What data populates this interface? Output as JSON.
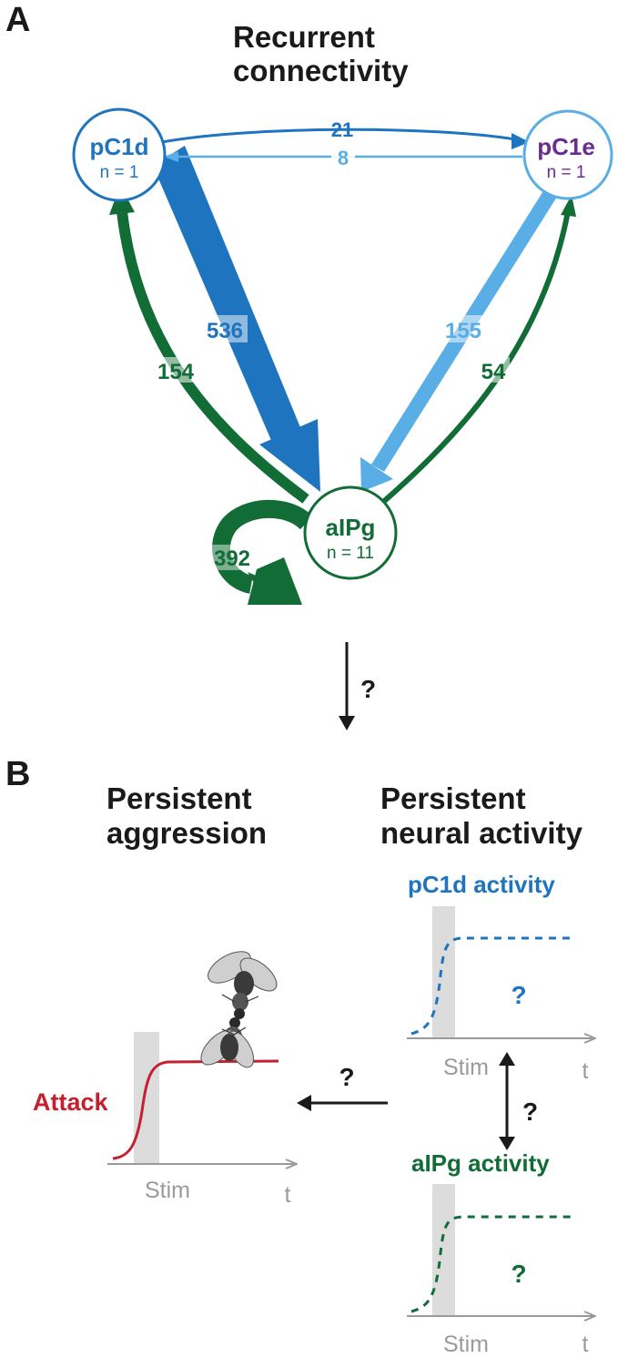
{
  "panel_a": {
    "letter": "A",
    "title_line1": "Recurrent",
    "title_line2": "connectivity",
    "nodes": {
      "pc1d": {
        "name": "pC1d",
        "count": "n = 1"
      },
      "pc1e": {
        "name": "pC1e",
        "count": "n = 1"
      },
      "aipg": {
        "name": "aIPg",
        "count": "n = 11"
      }
    },
    "edges": {
      "pc1d_to_pc1e": "21",
      "pc1e_to_pc1d": "8",
      "pc1d_to_aipg": "536",
      "aipg_to_pc1d": "154",
      "pc1e_to_aipg": "155",
      "aipg_to_pc1e": "54",
      "aipg_self": "392"
    },
    "link_question": "?"
  },
  "panel_b": {
    "letter": "B",
    "left_heading_line1": "Persistent",
    "left_heading_line2": "aggression",
    "right_heading_line1": "Persistent",
    "right_heading_line2": "neural activity",
    "attack_label": "Attack",
    "stim_label": "Stim",
    "time_label": "t",
    "pc1d_activity_label": "pC1d activity",
    "aipg_activity_label": "aIPg activity",
    "question": "?"
  },
  "colors": {
    "pc1d_blue": "#1f74bf",
    "pc1e_light_blue": "#5aaee6",
    "aipg_green": "#116c36",
    "pc1e_purple": "#6a2c8e",
    "attack_red": "#c4202f",
    "stim_gray": "#dcdcdc",
    "axis_gray": "#9a9a9a"
  }
}
